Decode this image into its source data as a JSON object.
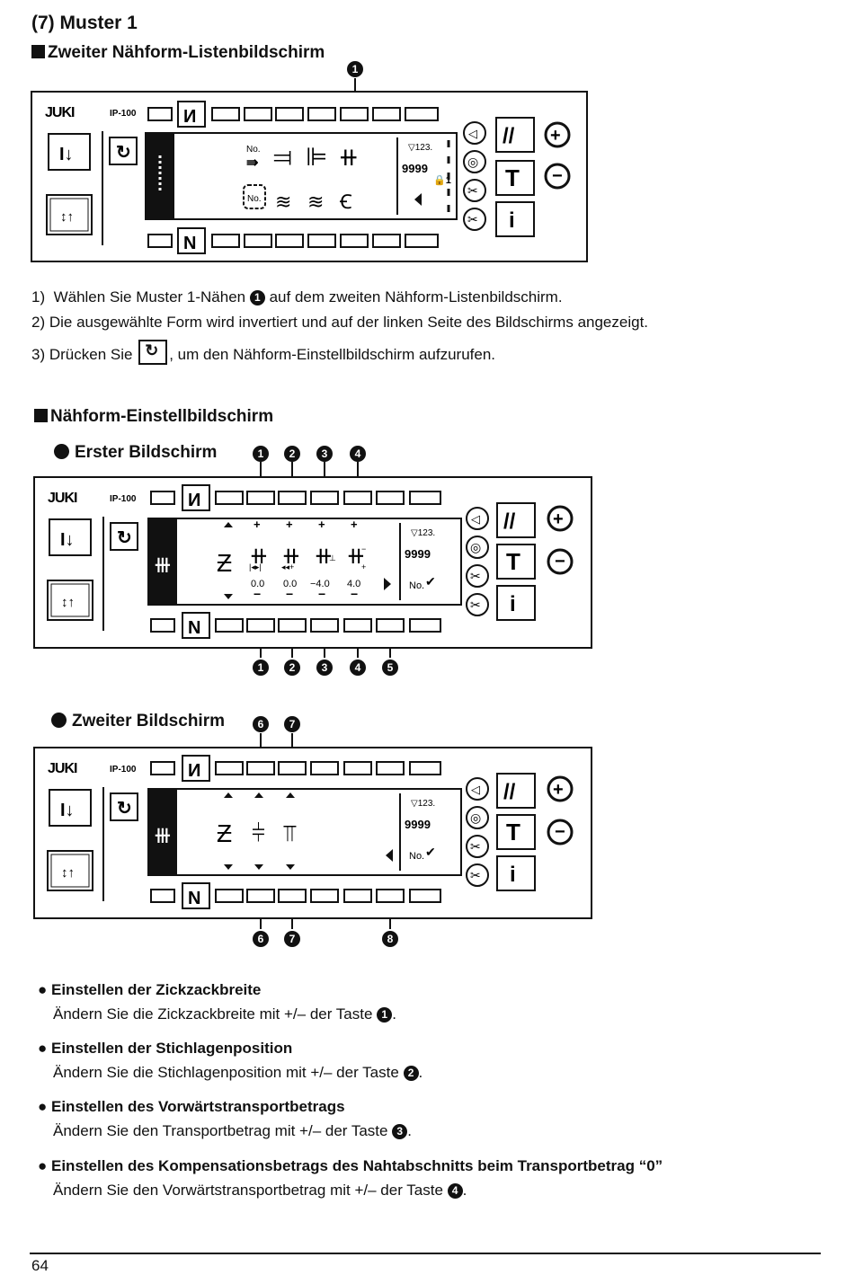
{
  "section_title": "(7) Muster 1",
  "screen1": {
    "heading": "Zweiter Nähform-Listenbildschirm",
    "callout_top": [
      "1"
    ],
    "counter": "9999",
    "no_label": "No."
  },
  "instructions": [
    {
      "prefix": "1)",
      "before": "Wählen Sie Muster 1-Nähen",
      "ref": "1",
      "after": "auf dem zweiten Nähform-Listenbildschirm."
    },
    {
      "prefix": "2)",
      "text": "Die ausgewählte Form wird invertiert und auf der linken Seite des Bildschirms angezeigt."
    },
    {
      "prefix": "3)",
      "before": "Drücken Sie",
      "after": ", um den Nähform-Einstellbildschirm aufzurufen."
    }
  ],
  "setting_heading": "Nähform-Einstellbildschirm",
  "screen2": {
    "heading": "Erster Bildschirm",
    "callouts_top": [
      "1",
      "2",
      "3",
      "4"
    ],
    "callouts_bottom": [
      "1",
      "2",
      "3",
      "4",
      "5"
    ],
    "values": [
      "0.0",
      "0.0",
      "-4.0",
      "4.0"
    ],
    "counter": "9999",
    "no_label": "No."
  },
  "screen3": {
    "heading": "Zweiter Bildschirm",
    "callouts_top": [
      "6",
      "7"
    ],
    "callouts_bottom": [
      "6",
      "7",
      "8"
    ],
    "counter": "9999",
    "no_label": "No."
  },
  "brand": "JUKI",
  "model": "IP-100",
  "bullets": [
    {
      "title": "Einstellen der Zickzackbreite",
      "before": "Ändern Sie die Zickzackbreite mit +/– der Taste",
      "ref": "1",
      "after": "."
    },
    {
      "title": "Einstellen der Stichlagenposition",
      "before": "Ändern Sie die Stichlagenposition mit +/– der Taste",
      "ref": "2",
      "after": "."
    },
    {
      "title": "Einstellen des Vorwärtstransportbetrags",
      "before": "Ändern Sie den Transportbetrag mit +/– der Taste",
      "ref": "3",
      "after": "."
    },
    {
      "title": "Einstellen des Kompensationsbetrags des Nahtabschnitts beim Transportbetrag “0”",
      "before": "Ändern Sie den Vorwärtstransportbetrag mit +/– der Taste",
      "ref": "4",
      "after": "."
    }
  ],
  "page_number": "64"
}
